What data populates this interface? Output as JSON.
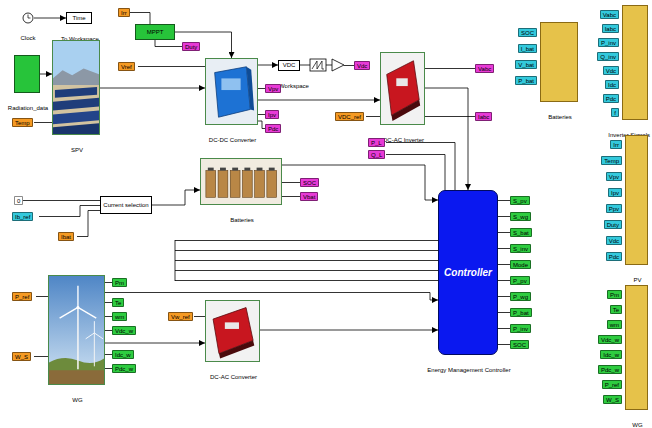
{
  "diagram": {
    "nodes": [
      {
        "text": [
          "Clock"
        ]
      },
      {
        "text": [
          "Time",
          "To Workspace"
        ]
      },
      {
        "text": [
          "Radiation_data"
        ]
      },
      {
        "text": [
          "SPV"
        ]
      },
      {
        "text": [
          "MPPT"
        ]
      },
      {
        "text": [
          "DC-DC Converter"
        ]
      },
      {
        "text": [
          "VDC",
          "To Workspace"
        ]
      },
      {
        "text": [
          "DC-AC Inverter"
        ]
      },
      {
        "text": [
          "Current selection"
        ]
      },
      {
        "text": [
          "Batteries"
        ]
      },
      {
        "text": [
          "Controller",
          "Energy Management Controller"
        ]
      },
      {
        "text": [
          "WG"
        ]
      },
      {
        "text": [
          "DC-AC Converter"
        ]
      },
      {
        "text": [
          "Batteries"
        ]
      },
      {
        "text": [
          "Inverter Signals"
        ]
      },
      {
        "text": [
          "PV"
        ]
      },
      {
        "text": [
          "WG"
        ]
      }
    ],
    "edges": [
      {
        "from": 0,
        "to": 1,
        "arrow": "to"
      },
      {
        "from": 2,
        "to": 3,
        "arrow": "to"
      },
      {
        "from": 3,
        "to": 5,
        "arrow": "to"
      },
      {
        "from": 4,
        "to": 5,
        "arrow": "to"
      },
      {
        "from": 5,
        "to": 6,
        "arrow": "to"
      },
      {
        "from": 5,
        "to": 7,
        "arrow": "to"
      },
      {
        "from": 7,
        "to": 10,
        "arrow": "to"
      },
      {
        "from": 8,
        "to": 9,
        "arrow": "to"
      },
      {
        "from": 9,
        "to": 10,
        "arrow": "to"
      },
      {
        "from": 11,
        "to": 10,
        "arrow": "to"
      },
      {
        "from": 11,
        "to": 12,
        "arrow": "to"
      },
      {
        "from": 12,
        "to": 10,
        "arrow": "to"
      }
    ],
    "labels": [
      "Irr",
      "Duty",
      "Vref",
      "Temp",
      "Vpv",
      "Ipv",
      "Pdc",
      "Vdc",
      "VDC_ref",
      "Vabc",
      "Iabc",
      "P_L",
      "Q_L",
      "0",
      "Ib_ref",
      "Ibat",
      "SOC",
      "Vbat",
      "P_ref",
      "W_S",
      "Pm",
      "Te",
      "wm",
      "Vdc_w",
      "Idc_w",
      "Pdc_w",
      "Vw_ref",
      "S_pv",
      "S_wg",
      "S_bat",
      "S_inv",
      "Mode",
      "P_pv",
      "P_wg",
      "P_bat",
      "P_inv",
      "SOC",
      "SOC",
      "I_bat",
      "V_bat",
      "P_bat",
      "Vabc",
      "Iabc",
      "P_inv",
      "Q_inv",
      "Vdc",
      "Idc",
      "Pdc",
      "f",
      "Irr",
      "Temp",
      "Vpv",
      "Ipv",
      "Ppv",
      "Duty",
      "Vdc",
      "Pdc",
      "Pm",
      "Te",
      "wm",
      "Vdc_w",
      "Idc_w",
      "Pdc_w",
      "P_ref",
      "W_S"
    ]
  }
}
